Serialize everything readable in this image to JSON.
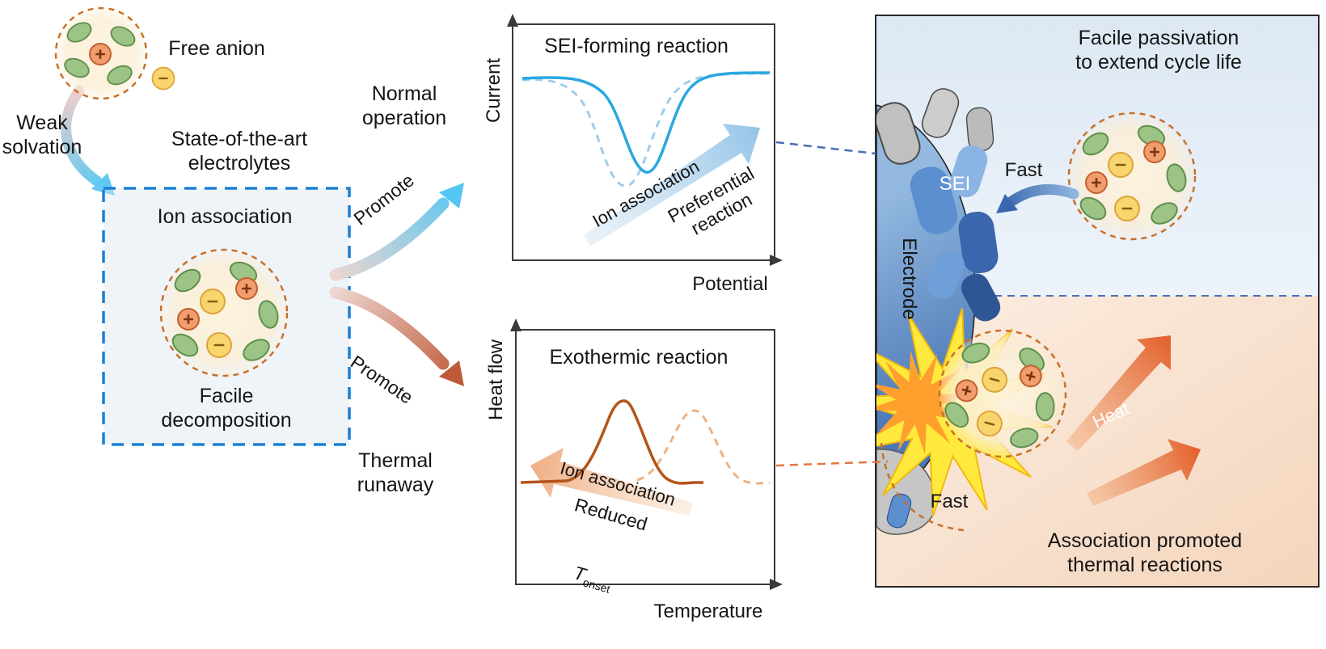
{
  "colors": {
    "box_dash_blue": "#1d7fd4",
    "cluster_dash_orange": "#c8702a",
    "solvent_green": "#9cc487",
    "anion_yellow": "#f8d66d",
    "cation_orange": "#f19d6e",
    "sei_curve_blue": "#2aa7e0",
    "heat_curve_orange": "#b5541a",
    "electrode_blue": "#4a77b5",
    "starburst_yellow": "#ffe93c",
    "heat_arrow_orange": "#e66f35"
  },
  "left": {
    "free_anion_label": "Free anion",
    "weak_solvation_label": "Weak\nsolvation",
    "electrolytes_label": "State-of-the-art\nelectrolytes",
    "box_title": "Ion association",
    "box_caption": "Facile\ndecomposition",
    "normal_operation_label": "Normal\noperation",
    "promote_top_label": "Promote",
    "promote_bottom_label": "Promote",
    "thermal_runaway_label": "Thermal\nrunaway"
  },
  "chart_top": {
    "title": "SEI-forming reaction",
    "ylabel": "Current",
    "xlabel": "Potential",
    "arrow_label": "Ion association",
    "annotation": "Preferential\nreaction"
  },
  "chart_bottom": {
    "title": "Exothermic reaction",
    "ylabel": "Heat flow",
    "xlabel": "Temperature",
    "arrow_label": "Ion association",
    "annotation_line1": "Reduced",
    "annotation_T": "T",
    "annotation_T_subscript": "onset"
  },
  "right": {
    "top_caption": "Facile passivation\nto extend cycle life",
    "bottom_caption": "Association promoted\nthermal reactions",
    "electrode_label": "Electrode",
    "sei_label": "SEI",
    "fast_top_label": "Fast",
    "fast_bottom_label": "Fast",
    "heat_label": "Heat"
  },
  "chart_data": [
    {
      "type": "line",
      "title": "SEI-forming reaction",
      "xlabel": "Potential",
      "ylabel": "Current",
      "axes_numeric": false,
      "curves": [
        {
          "style": "dashed",
          "shape": "reduction dip at lower potential"
        },
        {
          "style": "solid",
          "shape": "reduction dip shifted to higher potential"
        }
      ],
      "annotations": [
        "Ion association",
        "Preferential reaction"
      ]
    },
    {
      "type": "line",
      "title": "Exothermic reaction",
      "xlabel": "Temperature",
      "ylabel": "Heat flow",
      "axes_numeric": false,
      "curves": [
        {
          "style": "solid",
          "shape": "exotherm peak at lower temperature"
        },
        {
          "style": "dashed",
          "shape": "exotherm peak at higher temperature"
        }
      ],
      "annotations": [
        "Ion association",
        "Reduced Tonset"
      ]
    }
  ]
}
